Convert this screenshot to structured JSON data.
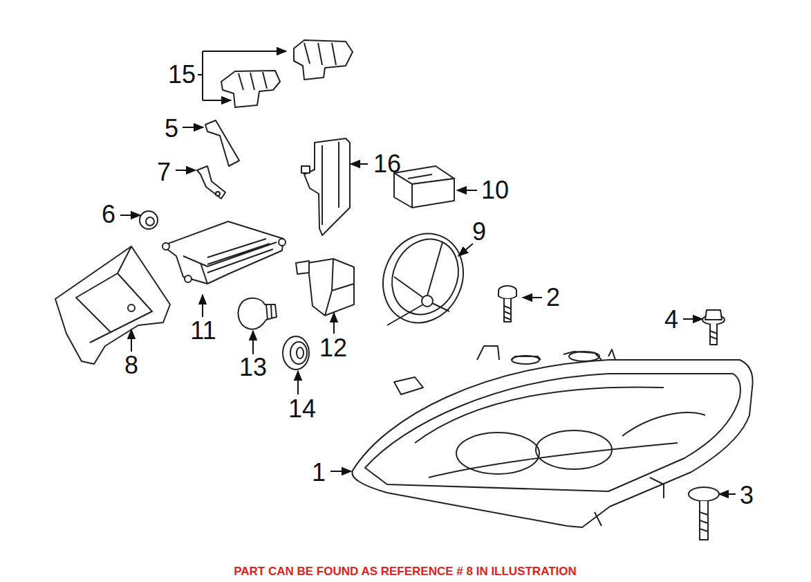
{
  "diagram": {
    "caption": "PART CAN BE FOUND AS REFERENCE # 8 IN ILLUSTRATION",
    "labels": [
      "15",
      "5",
      "7",
      "6",
      "16",
      "10",
      "9",
      "11",
      "12",
      "2",
      "4",
      "8",
      "13",
      "14",
      "1",
      "3"
    ]
  }
}
